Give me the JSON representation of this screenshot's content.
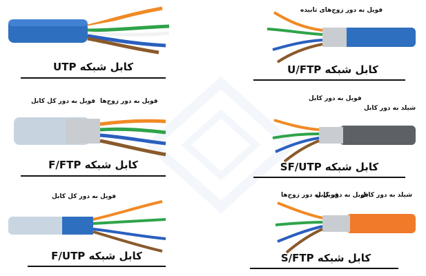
{
  "panels": {
    "utp": {
      "title": "کابل شبکه UTP"
    },
    "uftp": {
      "title": "کابل شبکه U/FTP",
      "notes": [
        "فویل به دور زوج‌های تابیده"
      ]
    },
    "fftp": {
      "title": "کابل شبکه F/FTP",
      "notes": [
        "فویل به دور کل کابل",
        "فویل به دور زوج‌ها"
      ]
    },
    "sfutp": {
      "title": "کابل شبکه SF/UTP",
      "notes": [
        "فویل به دور کابل",
        "شیلد به دور کابل"
      ]
    },
    "futp": {
      "title": "کابل شبکه F/UTP",
      "notes": [
        "فویل به دور کل کابل"
      ]
    },
    "sftp": {
      "title": "کابل شبکه S/FTP",
      "notes": [
        "فویل به دور زوج‌ها",
        "فویل به دور کابل",
        "شیلد به دور کابل"
      ]
    }
  },
  "colors": {
    "utp_jacket": "#2f6fbf",
    "uftp_jacket": "#2f6fbf",
    "fftp_jacket": "#c7d4e0",
    "sfutp_jacket": "#5d6064",
    "futp_jacket": "#c9d6e2",
    "sftp_jacket": "#f07a2a",
    "foil": "#c9ccd0",
    "pair_orange": "#f08a24",
    "pair_green": "#2fa34a",
    "pair_blue": "#2a5fbf",
    "pair_brown": "#8a5a2b",
    "watermark": "#8fb0d8"
  }
}
